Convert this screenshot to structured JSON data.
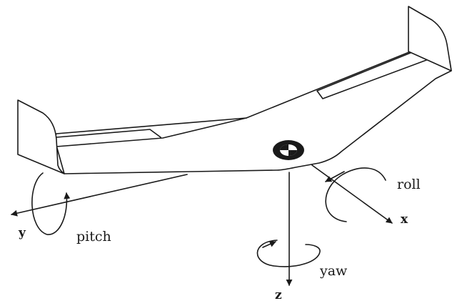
{
  "labels": {
    "roll": "roll",
    "pitch": "pitch",
    "yaw": "yaw",
    "x_axis": "x",
    "y_axis": "y",
    "z_axis": "z"
  },
  "colors": {
    "stroke": "#1a1a1a",
    "background": "#ffffff"
  }
}
